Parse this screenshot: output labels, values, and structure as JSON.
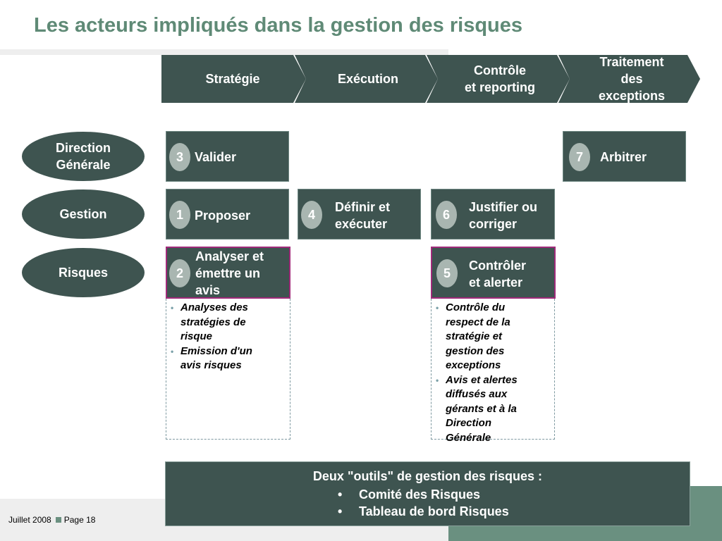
{
  "title": "Les acteurs impliqués dans la gestion des risques",
  "phases": [
    {
      "line1": "Stratégie",
      "line2": "",
      "line3": ""
    },
    {
      "line1": "Exécution",
      "line2": "",
      "line3": ""
    },
    {
      "line1": "Contrôle",
      "line2": "et reporting",
      "line3": ""
    },
    {
      "line1": "Traitement",
      "line2": "des",
      "line3": "exceptions"
    }
  ],
  "actors": [
    {
      "line1": "Direction",
      "line2": "Générale"
    },
    {
      "line1": "Gestion",
      "line2": ""
    },
    {
      "line1": "Risques",
      "line2": ""
    }
  ],
  "tasks": {
    "t3": {
      "number": "3",
      "lines": [
        "Valider"
      ]
    },
    "t7": {
      "number": "7",
      "lines": [
        "Arbitrer"
      ]
    },
    "t1": {
      "number": "1",
      "lines": [
        "Proposer"
      ]
    },
    "t4": {
      "number": "4",
      "lines": [
        "Définir et",
        "exécuter"
      ]
    },
    "t6": {
      "number": "6",
      "lines": [
        "Justifier ou",
        "corriger"
      ]
    },
    "t2": {
      "number": "2",
      "lines": [
        "Analyser et",
        "émettre un",
        "avis"
      ]
    },
    "t5": {
      "number": "5",
      "lines": [
        "Contrôler",
        "et alerter"
      ]
    }
  },
  "details_risques_analyse": {
    "items": [
      {
        "lines": [
          "Analyses des",
          "stratégies de",
          "risque"
        ]
      },
      {
        "lines": [
          "Emission d'un",
          "avis risques"
        ]
      }
    ]
  },
  "details_risques_controle": {
    "items": [
      {
        "lines": [
          "Contrôle du",
          "respect de la",
          "stratégie et",
          "gestion des",
          "exceptions"
        ]
      },
      {
        "lines": [
          "Avis et alertes",
          "diffusés aux",
          "gérants et à la",
          "Direction",
          "Générale"
        ]
      }
    ]
  },
  "tools": {
    "title": "Deux \"outils\" de gestion des risques :",
    "bullet": "•",
    "items": [
      "Comité des Risques",
      "Tableau de bord Risques"
    ]
  },
  "footer": {
    "date": "Juillet 2008",
    "page": "Page 18"
  },
  "colors": {
    "dark_teal": "#3e5450",
    "title_green": "#5f8a76",
    "number_circle": "#a9b6b1",
    "highlight_border": "#a02a7a"
  }
}
